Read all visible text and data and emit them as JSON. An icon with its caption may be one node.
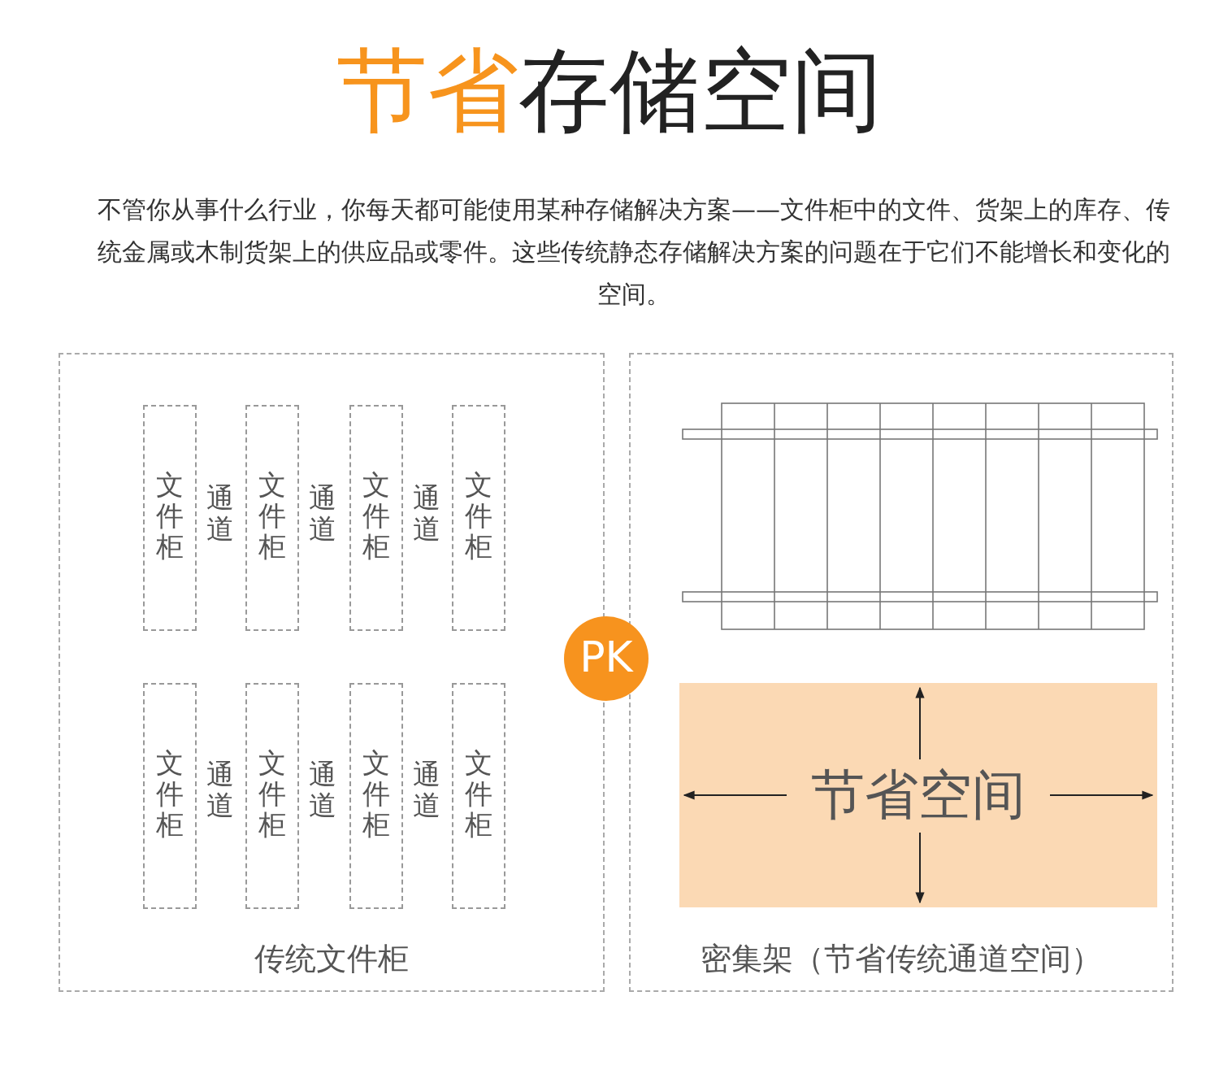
{
  "diagram": {
    "title": "**节省**存储空间",
    "nodes": [
      {
        "text": [
          "传统文件柜"
        ]
      },
      {
        "text": [
          "文件柜"
        ],
        "in": 0
      },
      {
        "text": [
          "文件柜"
        ],
        "in": 0
      },
      {
        "text": [
          "文件柜"
        ],
        "in": 0
      },
      {
        "text": [
          "文件柜"
        ],
        "in": 0
      },
      {
        "text": [
          "文件柜"
        ],
        "in": 0
      },
      {
        "text": [
          "文件柜"
        ],
        "in": 0
      },
      {
        "text": [
          "文件柜"
        ],
        "in": 0
      },
      {
        "text": [
          "文件柜"
        ],
        "in": 0
      },
      {
        "text": [
          "密集架（节省传统通道空间）"
        ]
      },
      {
        "text": [
          "节省空间"
        ],
        "in": 9
      },
      {
        "text": [
          "PK"
        ]
      }
    ],
    "labels": [
      "不管你从事什么行业，你每天都可能使用某种存储解决方案——文件柜中的文件、货架上的库存、传统金属或木制货架上的供应品或零件。这些传统静态存储解决方案的问题在于它们不能增长和变化的空间。",
      "通道",
      "通道",
      "通道",
      "通道",
      "通道",
      "通道"
    ]
  }
}
